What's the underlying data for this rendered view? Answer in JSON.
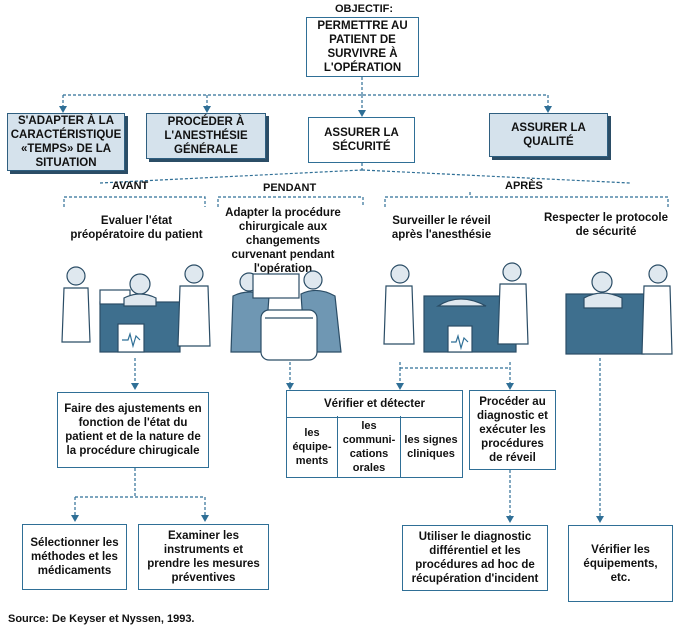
{
  "objective_label": "OBJECTIF:",
  "objective": "PERMETTRE AU PATIENT DE SURVIVRE À L'OPÉRATION",
  "goals": {
    "adapt_time": "S'ADAPTER À LA CARACTÉRISTIQUE «TEMPS» DE LA SITUATION",
    "anesthesia": "PROCÉDER À L'ANESTHÉSIE GÉNÉRALE",
    "security": "ASSURER LA SÉCURITÉ",
    "quality": "ASSURER LA QUALITÉ"
  },
  "phases": {
    "before": "AVANT",
    "during": "PENDANT",
    "after": "APRÈS"
  },
  "tasks": {
    "evaluate": "Evaluer l'état préopératoire du patient",
    "adapt_procedure": "Adapter la procédure chirurgicale aux changements curvenant pendant l'opération",
    "monitor_wakeup": "Surveiller le réveil après l'anesthésie",
    "respect_protocol": "Respecter le protocole de sécurité"
  },
  "actions": {
    "adjustments": "Faire des ajustements en fonction de l'état du patient et de la nature de la procédure chirugicale",
    "verify_detect": {
      "title": "Vérifier et détecter",
      "cells": [
        "les équipe-ments",
        "les communi-cations orales",
        "les signes cliniques"
      ]
    },
    "diagnose": "Procéder au diagnostic et exécuter les procédures de réveil",
    "select_methods": "Sélectionner les méthodes et les médicaments",
    "examine_instruments": "Examiner les instruments et prendre les mesures préventives",
    "use_diagnosis": "Utiliser le diagnostic différentiel et les procédures ad hoc de récupération d'incident",
    "verify_equipment": "Vérifier les équipements, etc."
  },
  "source": "Source: De Keyser et Nyssen, 1993.",
  "colors": {
    "line": "#2f6f96",
    "shade": "#d5e2ec",
    "dark": "#2b4d66"
  }
}
